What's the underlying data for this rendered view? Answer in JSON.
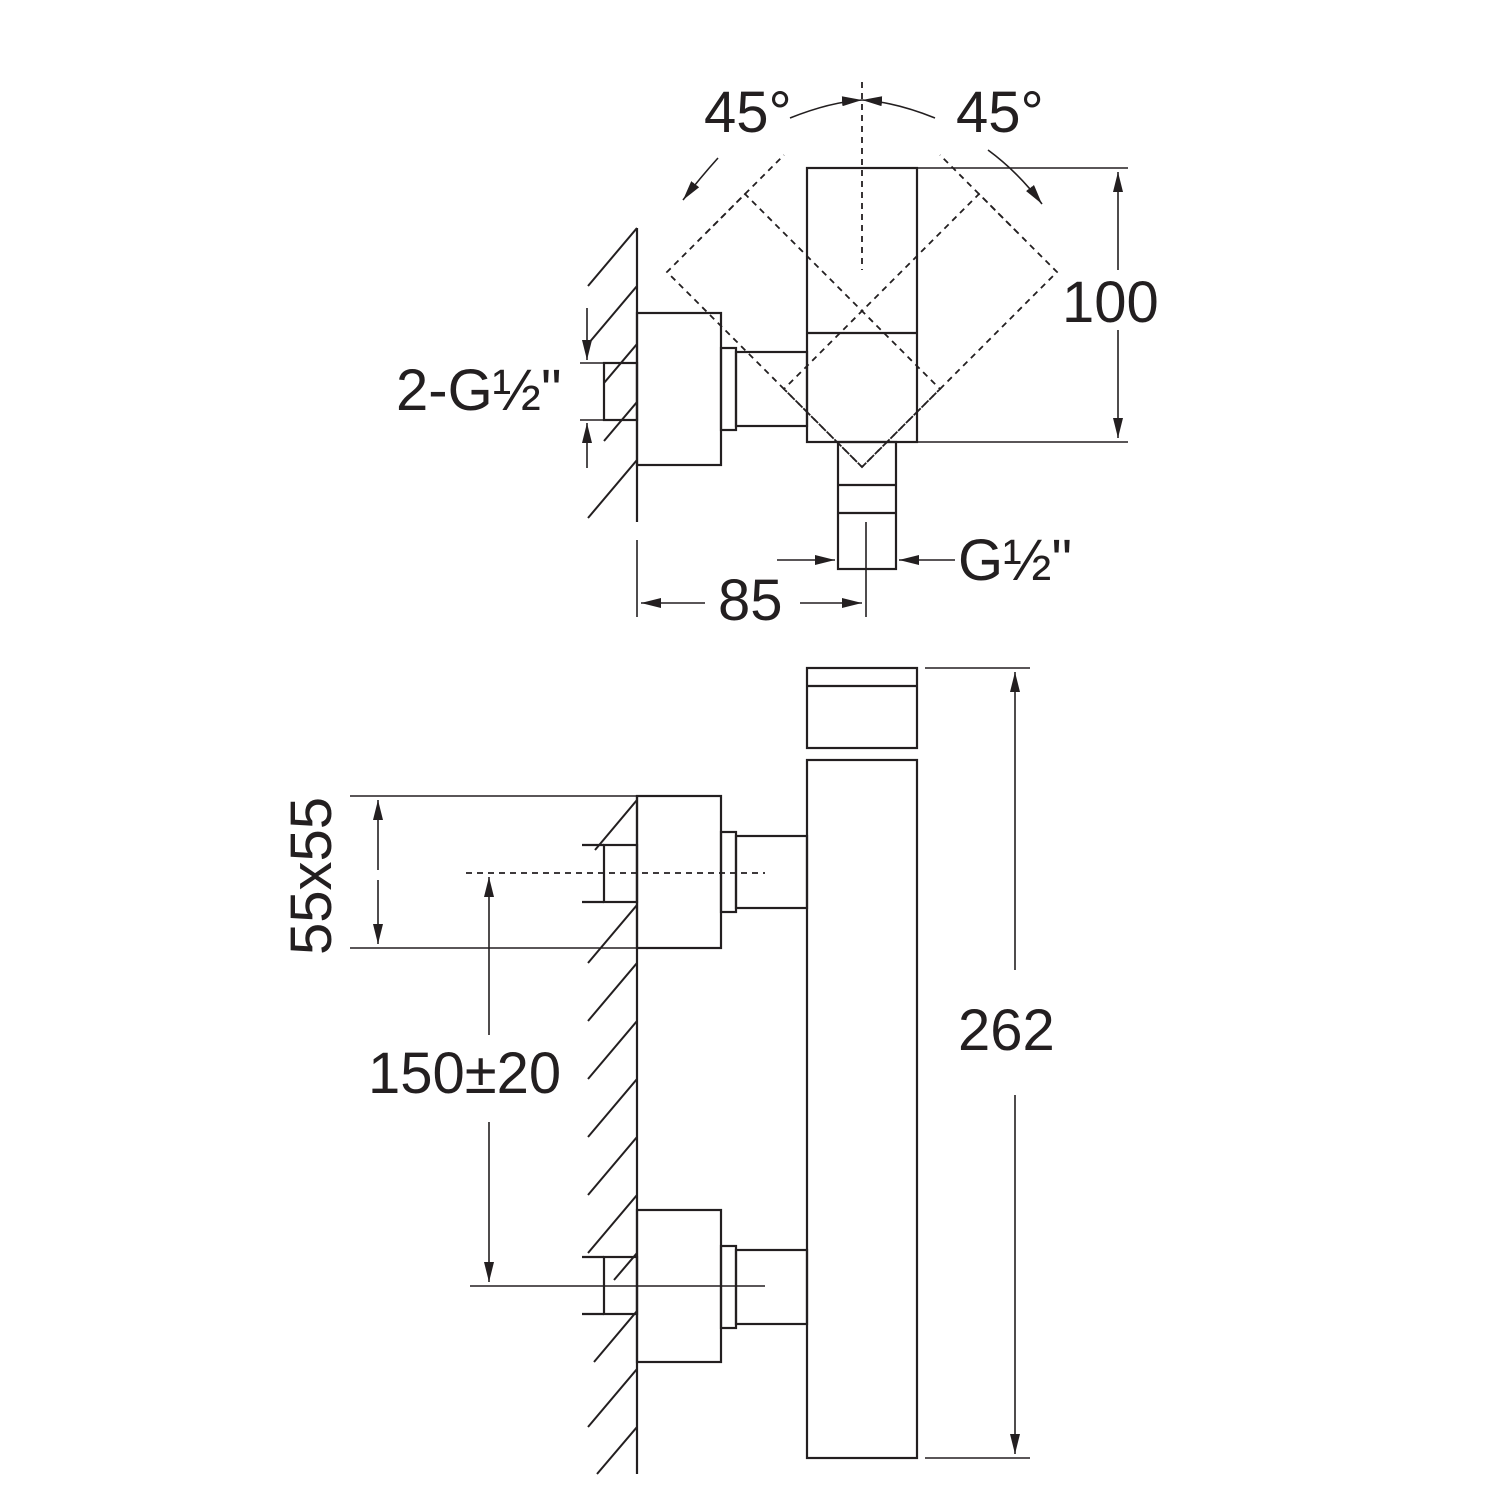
{
  "labels": {
    "angle_left": "45°",
    "angle_right": "45°",
    "height_top": "100",
    "inlet_thread": "2-G½\"",
    "outlet_thread": "G½\"",
    "depth": "85",
    "body_section": "55x55",
    "inlet_spacing": "150±20",
    "total_height": "262"
  },
  "colors": {
    "line": "#231f20",
    "background": "#ffffff"
  }
}
